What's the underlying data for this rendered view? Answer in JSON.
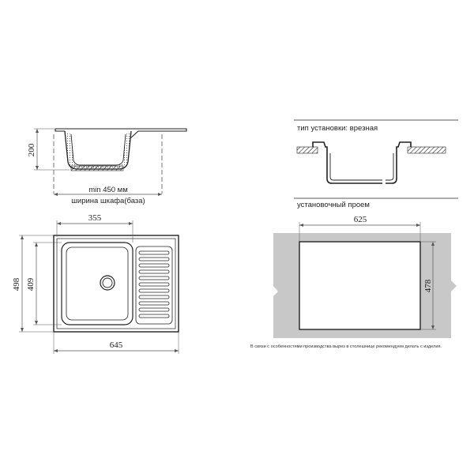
{
  "side_view": {
    "depth": "200",
    "min_width": "min 450 мм",
    "cabinet_width": "ширина шкафа(база)"
  },
  "top_view": {
    "bowl_width": "355",
    "overall_height": "498",
    "bowl_height": "409",
    "overall_width": "645"
  },
  "mounting": {
    "install_type": "тип установки: врезная",
    "cutout_title": "установочный проем",
    "cutout_width": "625",
    "cutout_height": "478",
    "note": "В связи с особенностями производства вырез в столешнице рекомендуем делать с изделия."
  },
  "colors": {
    "line": "#222222",
    "countertop": "#c8c8c8",
    "dimension": "#555555"
  }
}
